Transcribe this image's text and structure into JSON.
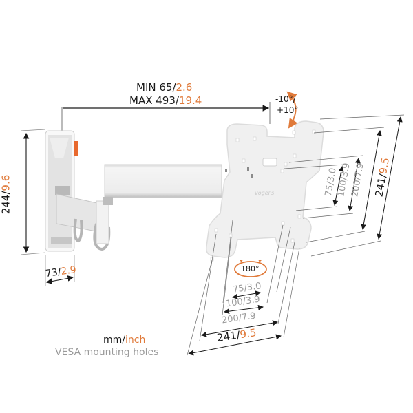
{
  "colors": {
    "accent": "#e07a3a",
    "dark_text": "#1a1a1a",
    "grey_text": "#9a9a9a",
    "plate": "#eeeeee",
    "arm": "#f2f2f2",
    "wall_plate": "#d9d9d9"
  },
  "reach": {
    "min_label": "MIN 65/",
    "min_inch": "2.6",
    "max_label": "MAX 493/",
    "max_inch": "19.4"
  },
  "tilt": {
    "minus": "-10°/",
    "plus": "+10°"
  },
  "rotation": {
    "label": "180°"
  },
  "wall_plate": {
    "height_mm": "244/",
    "height_inch": "9.6",
    "depth_mm": "73/",
    "depth_inch": "2.9"
  },
  "vesa_vertical": [
    {
      "mm": "75",
      "inch": "3.0",
      "label": "75/3.0"
    },
    {
      "mm": "100",
      "inch": "3.9",
      "label": "100/3.9"
    },
    {
      "mm": "200",
      "inch": "7.9",
      "label": "200/7.9"
    },
    {
      "mm": "241/",
      "inch": "9.5"
    }
  ],
  "vesa_horizontal": [
    {
      "mm": "75/",
      "inch": "3.0"
    },
    {
      "mm": "100/",
      "inch": "3.9"
    },
    {
      "mm": "200/",
      "inch": "7.9"
    },
    {
      "mm": "241/",
      "inch": "9.5"
    }
  ],
  "legend": {
    "unit_mm": "mm/",
    "unit_inch": "inch",
    "caption": "VESA mounting holes"
  }
}
